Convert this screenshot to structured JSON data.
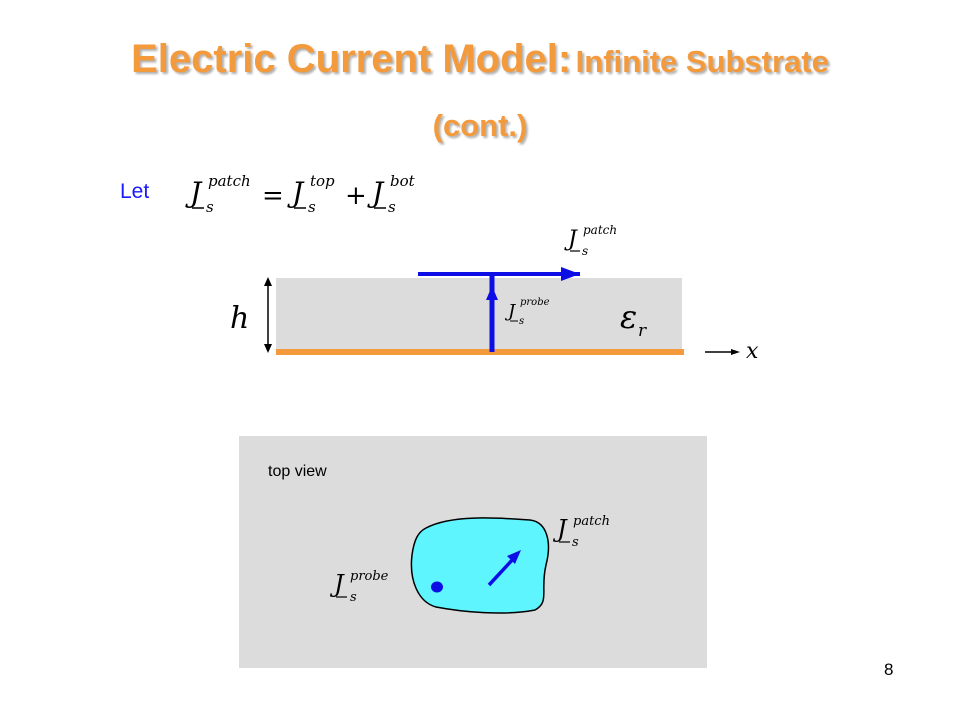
{
  "slide": {
    "title_main": "Electric Current Model:",
    "title_sub_line1": "Infinite Substrate",
    "title_sub_line2": "(cont.)",
    "page_number": "8"
  },
  "equation": {
    "let_label": "Let",
    "lhs_base": "J",
    "lhs_sub": "s",
    "lhs_sup": "patch",
    "equals": "=",
    "term1_base": "J",
    "term1_sub": "s",
    "term1_sup": "top",
    "plus": "+",
    "term2_base": "J",
    "term2_sub": "s",
    "term2_sup": "bot"
  },
  "side_view": {
    "height_label": "h",
    "epsilon_base": "ε",
    "epsilon_sub": "r",
    "x_label": "x",
    "patch_current_base": "J",
    "patch_current_sub": "s",
    "patch_current_sup": "patch",
    "probe_current_base": "J",
    "probe_current_sub": "s",
    "probe_current_sup": "probe",
    "colors": {
      "substrate": "#dcdcdc",
      "ground": "#f39a3c",
      "current": "#0d0de6"
    }
  },
  "top_view": {
    "label": "top view",
    "patch_current_base": "J",
    "patch_current_sub": "s",
    "patch_current_sup": "patch",
    "probe_current_base": "J",
    "probe_current_sub": "s",
    "probe_current_sup": "probe",
    "colors": {
      "background": "#dcdcdc",
      "patch": "#5ff5ff",
      "current": "#0d0de6"
    }
  }
}
